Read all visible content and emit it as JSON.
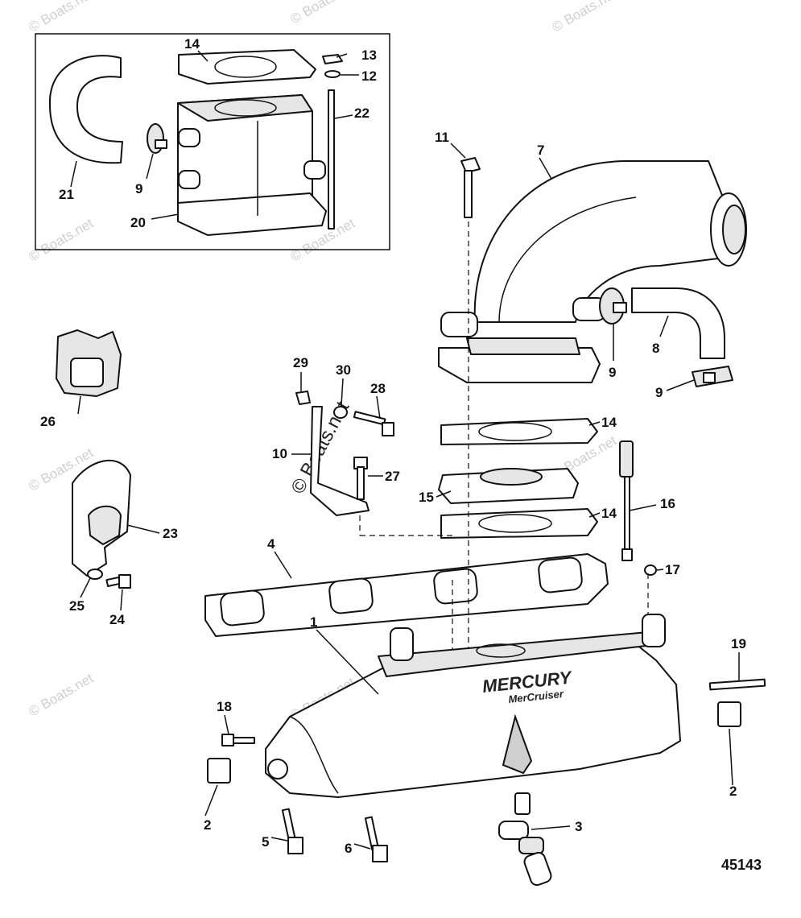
{
  "watermark": "© Boats.net",
  "figure_number": "45143",
  "brand": {
    "name": "MERCURY",
    "sub": "MerCruiser"
  },
  "callouts": {
    "c1": "1",
    "c2a": "2",
    "c2b": "2",
    "c3": "3",
    "c4": "4",
    "c5": "5",
    "c6": "6",
    "c7": "7",
    "c8": "8",
    "c9a": "9",
    "c9b": "9",
    "c9c": "9",
    "c10": "10",
    "c11": "11",
    "c12": "12",
    "c13": "13",
    "c14a": "14",
    "c14b": "14",
    "c14c": "14",
    "c15": "15",
    "c16": "16",
    "c17": "17",
    "c18": "18",
    "c19": "19",
    "c20": "20",
    "c21": "21",
    "c22": "22",
    "c23": "23",
    "c24": "24",
    "c25": "25",
    "c26": "26",
    "c27": "27",
    "c28": "28",
    "c29": "29",
    "c30": "30"
  }
}
